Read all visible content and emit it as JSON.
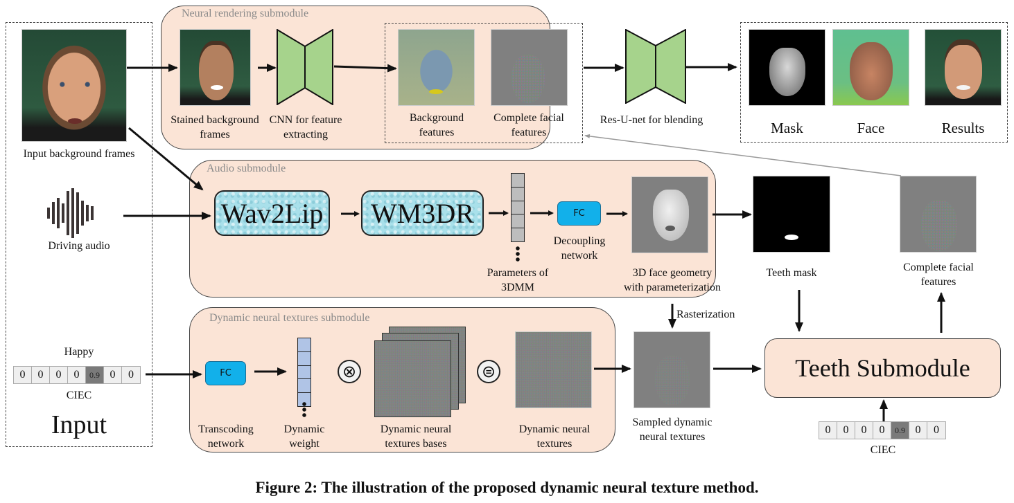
{
  "figure": {
    "caption": "Figure 2: The illustration of the proposed dynamic neural texture method."
  },
  "input_panel": {
    "title": "Input",
    "background_frames_label": "Input background frames",
    "driving_audio_label": "Driving audio",
    "emotion_label": "Happy",
    "ciec_label": "CIEC",
    "ciec_values": [
      "0",
      "0",
      "0",
      "0",
      "0.9",
      "0",
      "0"
    ],
    "ciec_highlight_index": 4
  },
  "neural_rendering": {
    "title": "Neural rendering submodule",
    "stained_label": "Stained background frames",
    "stained_label_lines": [
      "Stained background",
      "frames"
    ],
    "cnn_label_lines": [
      "CNN for feature",
      "extracting"
    ],
    "bg_features_lines": [
      "Background",
      "features"
    ],
    "facial_features_lines": [
      "Complete facial",
      "features"
    ],
    "resunet_label": "Res-U-net for blending"
  },
  "outputs": {
    "mask_label": "Mask",
    "face_label": "Face",
    "results_label": "Results"
  },
  "audio": {
    "title": "Audio submodule",
    "wav2lip_label": "Wav2Lip",
    "wm3dr_label": "WM3DR",
    "params_lines": [
      "Parameters of",
      "3DMM"
    ],
    "fc_label": "FC",
    "decoupling_lines": [
      "Decoupling",
      "network"
    ],
    "geometry_lines": [
      "3D face geometry",
      "with parameterization"
    ]
  },
  "teeth_mask_label": "Teeth mask",
  "complete_features_right_lines": [
    "Complete facial",
    "features"
  ],
  "rasterization_label": "Rasterization",
  "dynamic_textures": {
    "title": "Dynamic neural textures submodule",
    "fc_label": "FC",
    "transcoding_lines": [
      "Transcoding",
      "network"
    ],
    "weight_lines": [
      "Dynamic",
      "weight"
    ],
    "multiply_symbol": "⊗",
    "equals_symbol": "⊜",
    "bases_lines": [
      "Dynamic neural",
      "textures bases"
    ],
    "textures_lines": [
      "Dynamic neural",
      "textures"
    ]
  },
  "sampled_lines": [
    "Sampled dynamic",
    "neural textures"
  ],
  "teeth_submodule": {
    "label": "Teeth Submodule",
    "ciec_label": "CIEC",
    "ciec_values": [
      "0",
      "0",
      "0",
      "0",
      "0.9",
      "0",
      "0"
    ],
    "ciec_highlight_index": 4
  },
  "colors": {
    "panel_fill": "#fbe4d6",
    "network_green": "#a6d38c",
    "fc_blue": "#12b0ea",
    "weight_blue": "#b0c4e6",
    "param_gray": "#bdbdbd"
  }
}
